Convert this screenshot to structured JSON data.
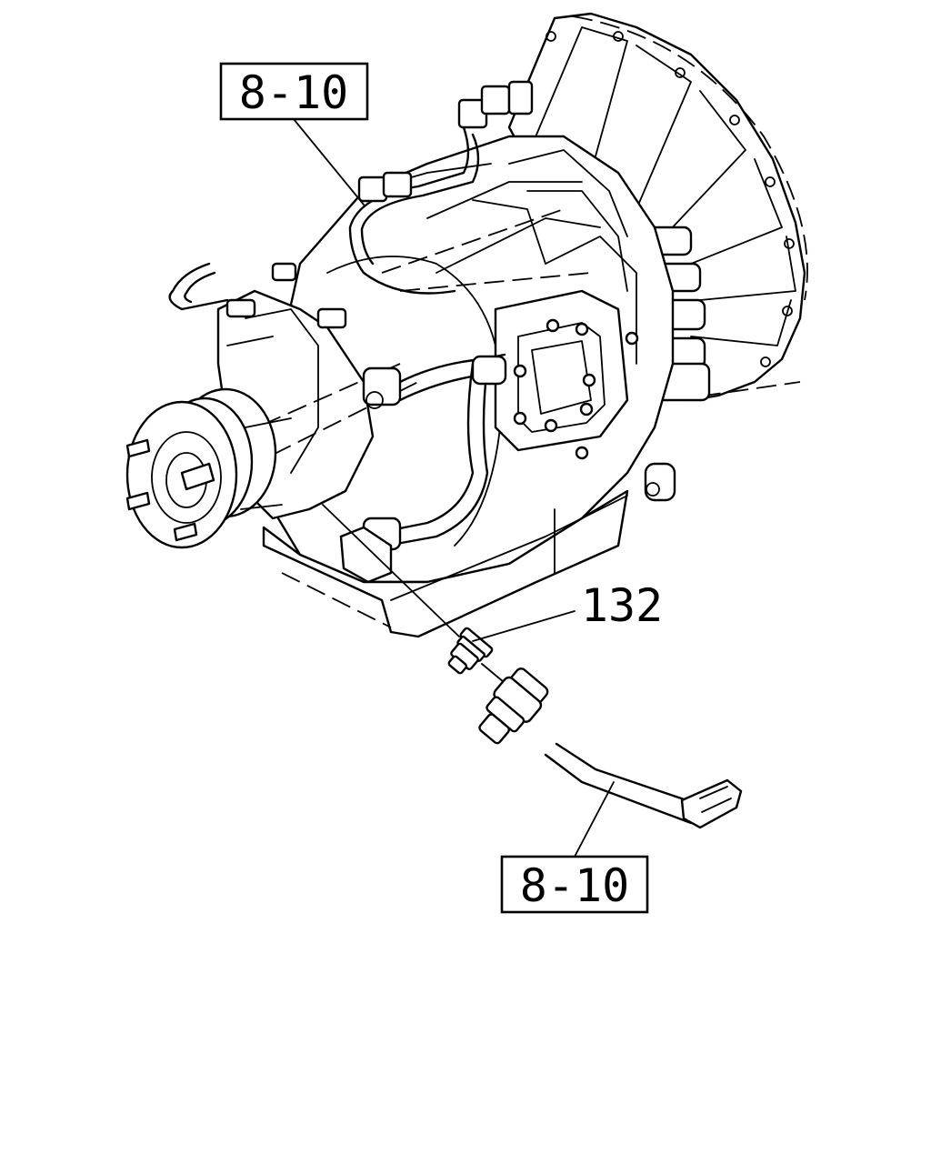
{
  "callouts": {
    "ref_top": "8-10",
    "part_number": "132",
    "ref_bottom": "8-10"
  },
  "colors": {
    "line": "#000000",
    "background": "#ffffff"
  }
}
